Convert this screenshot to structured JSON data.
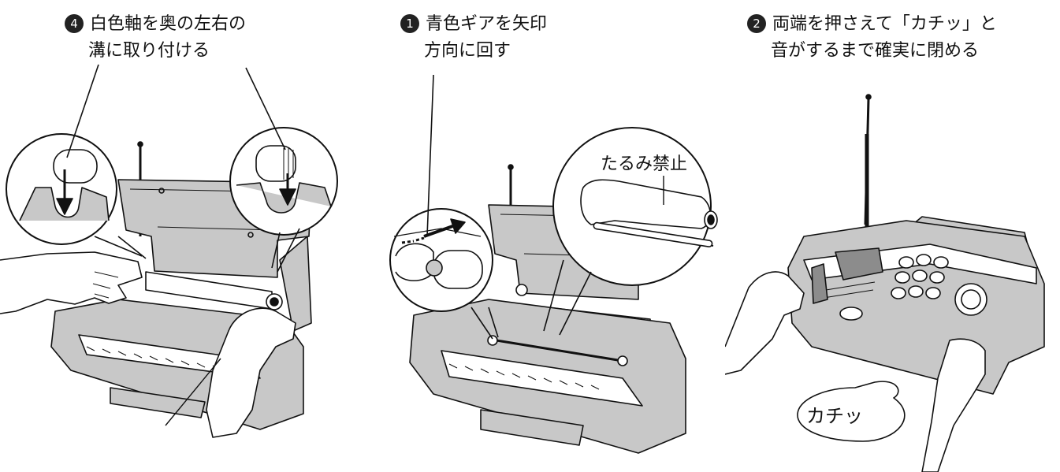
{
  "steps": [
    {
      "number": "4",
      "line1": "白色軸を奥の左右の",
      "line2": "溝に取り付ける"
    },
    {
      "number": "1",
      "line1": "青色ギアを矢印",
      "line2": "方向に回す"
    },
    {
      "number": "2",
      "line1": "両端を押さえて「カチッ」と",
      "line2": "音がするまで確実に閉める"
    }
  ],
  "callouts": {
    "no_slack": "たるみ禁止",
    "click_sound": "カチッ"
  },
  "colors": {
    "ink": "#111111",
    "tone": "#c8c8c8",
    "dark_tone": "#8c8c8c",
    "badge": "#222222"
  }
}
